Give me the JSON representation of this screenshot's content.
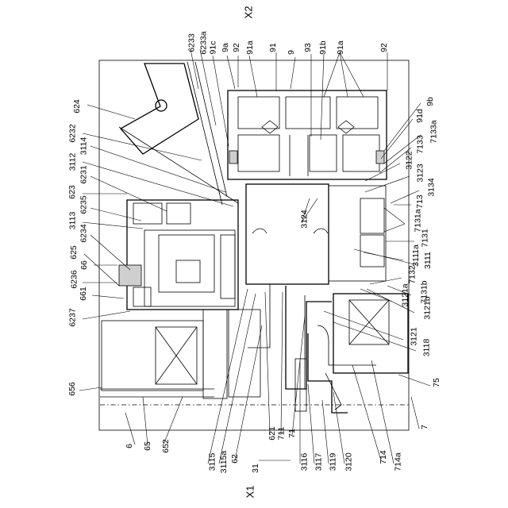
{
  "drawing": {
    "axis_top": "X2",
    "axis_bottom": "X1",
    "labels": [
      "6233",
      "6233a",
      "91c",
      "9a",
      "92",
      "91a",
      "91",
      "9",
      "93",
      "91b",
      "91a",
      "92",
      "624",
      "6232",
      "3114",
      "3112",
      "6231",
      "623",
      "6235",
      "3113",
      "6234",
      "625",
      "66",
      "6236",
      "661",
      "6237",
      "9b",
      "91d",
      "7133a",
      "7133",
      "3122",
      "3123",
      "3134",
      "713",
      "7131a",
      "3124",
      "7131",
      "3111a",
      "3111",
      "7132",
      "3121a",
      "7131b",
      "3121b",
      "3121",
      "3118",
      "75",
      "7",
      "656",
      "6",
      "65",
      "652",
      "3115",
      "3115a",
      "62",
      "621",
      "711",
      "71",
      "31",
      "3116",
      "3117",
      "3119",
      "3120",
      "714",
      "714a"
    ]
  }
}
